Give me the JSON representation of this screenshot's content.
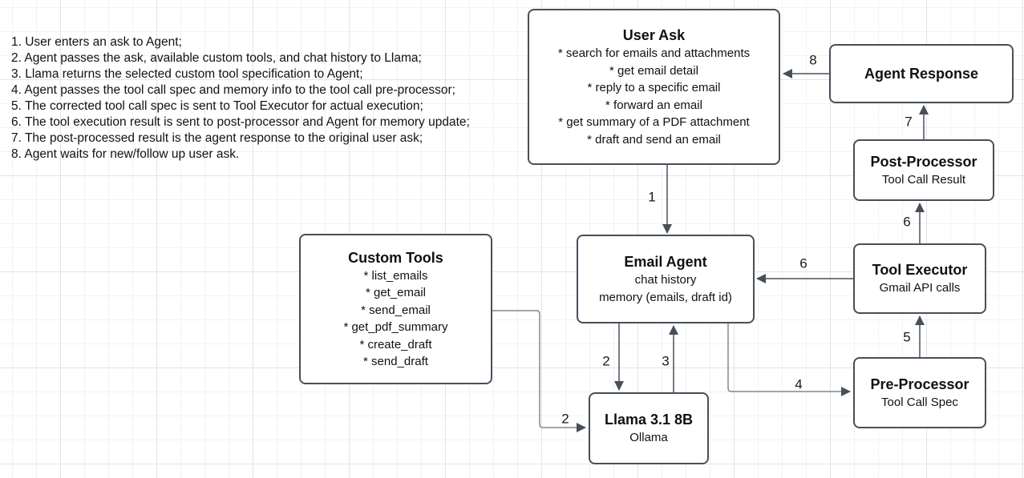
{
  "colors": {
    "node_border": "#474f59",
    "arrow_dark": "#4a515a",
    "arrow_gray": "#85878c",
    "grid_minor": "#f2f2f4",
    "grid_major": "#e4e4e7",
    "text": "#111111"
  },
  "notes": {
    "items": [
      "1. User enters an ask to Agent;",
      "2. Agent passes the ask, available custom tools, and chat history to Llama;",
      "3. Llama returns the selected custom tool specification to Agent;",
      "4. Agent passes the tool call spec and memory info to the tool call pre-processor;",
      "5. The corrected tool call spec is sent to Tool Executor for actual execution;",
      "6. The tool execution result is sent to post-processor and Agent for memory update;",
      "7. The post-processed result is the agent response to the original user ask;",
      "8. Agent waits for new/follow up user ask."
    ]
  },
  "nodes": {
    "user_ask": {
      "title": "User Ask",
      "lines": [
        "* search for emails and attachments",
        "* get email detail",
        "* reply to a specific email",
        "* forward an email",
        "* get summary of a PDF attachment",
        "* draft and send an email"
      ]
    },
    "agent_response": {
      "title": "Agent Response"
    },
    "post_processor": {
      "title": "Post-Processor",
      "subtitle": "Tool Call Result"
    },
    "tool_executor": {
      "title": "Tool Executor",
      "subtitle": "Gmail API calls"
    },
    "pre_processor": {
      "title": "Pre-Processor",
      "subtitle": "Tool Call Spec"
    },
    "email_agent": {
      "title": "Email Agent",
      "lines": [
        "chat history",
        "memory (emails, draft id)"
      ]
    },
    "custom_tools": {
      "title": "Custom Tools",
      "lines": [
        "* list_emails",
        "* get_email",
        "* send_email",
        "* get_pdf_summary",
        "* create_draft",
        "* send_draft"
      ]
    },
    "llama": {
      "title": "Llama 3.1 8B",
      "subtitle": "Ollama"
    }
  },
  "edges": {
    "e1": {
      "label": "1"
    },
    "e2_agent_llama": {
      "label": "2"
    },
    "e2_tools_llama": {
      "label": "2"
    },
    "e3": {
      "label": "3"
    },
    "e4": {
      "label": "4"
    },
    "e5": {
      "label": "5"
    },
    "e6_vertical": {
      "label": "6"
    },
    "e6_horizontal": {
      "label": "6"
    },
    "e7": {
      "label": "7"
    },
    "e8": {
      "label": "8"
    }
  }
}
